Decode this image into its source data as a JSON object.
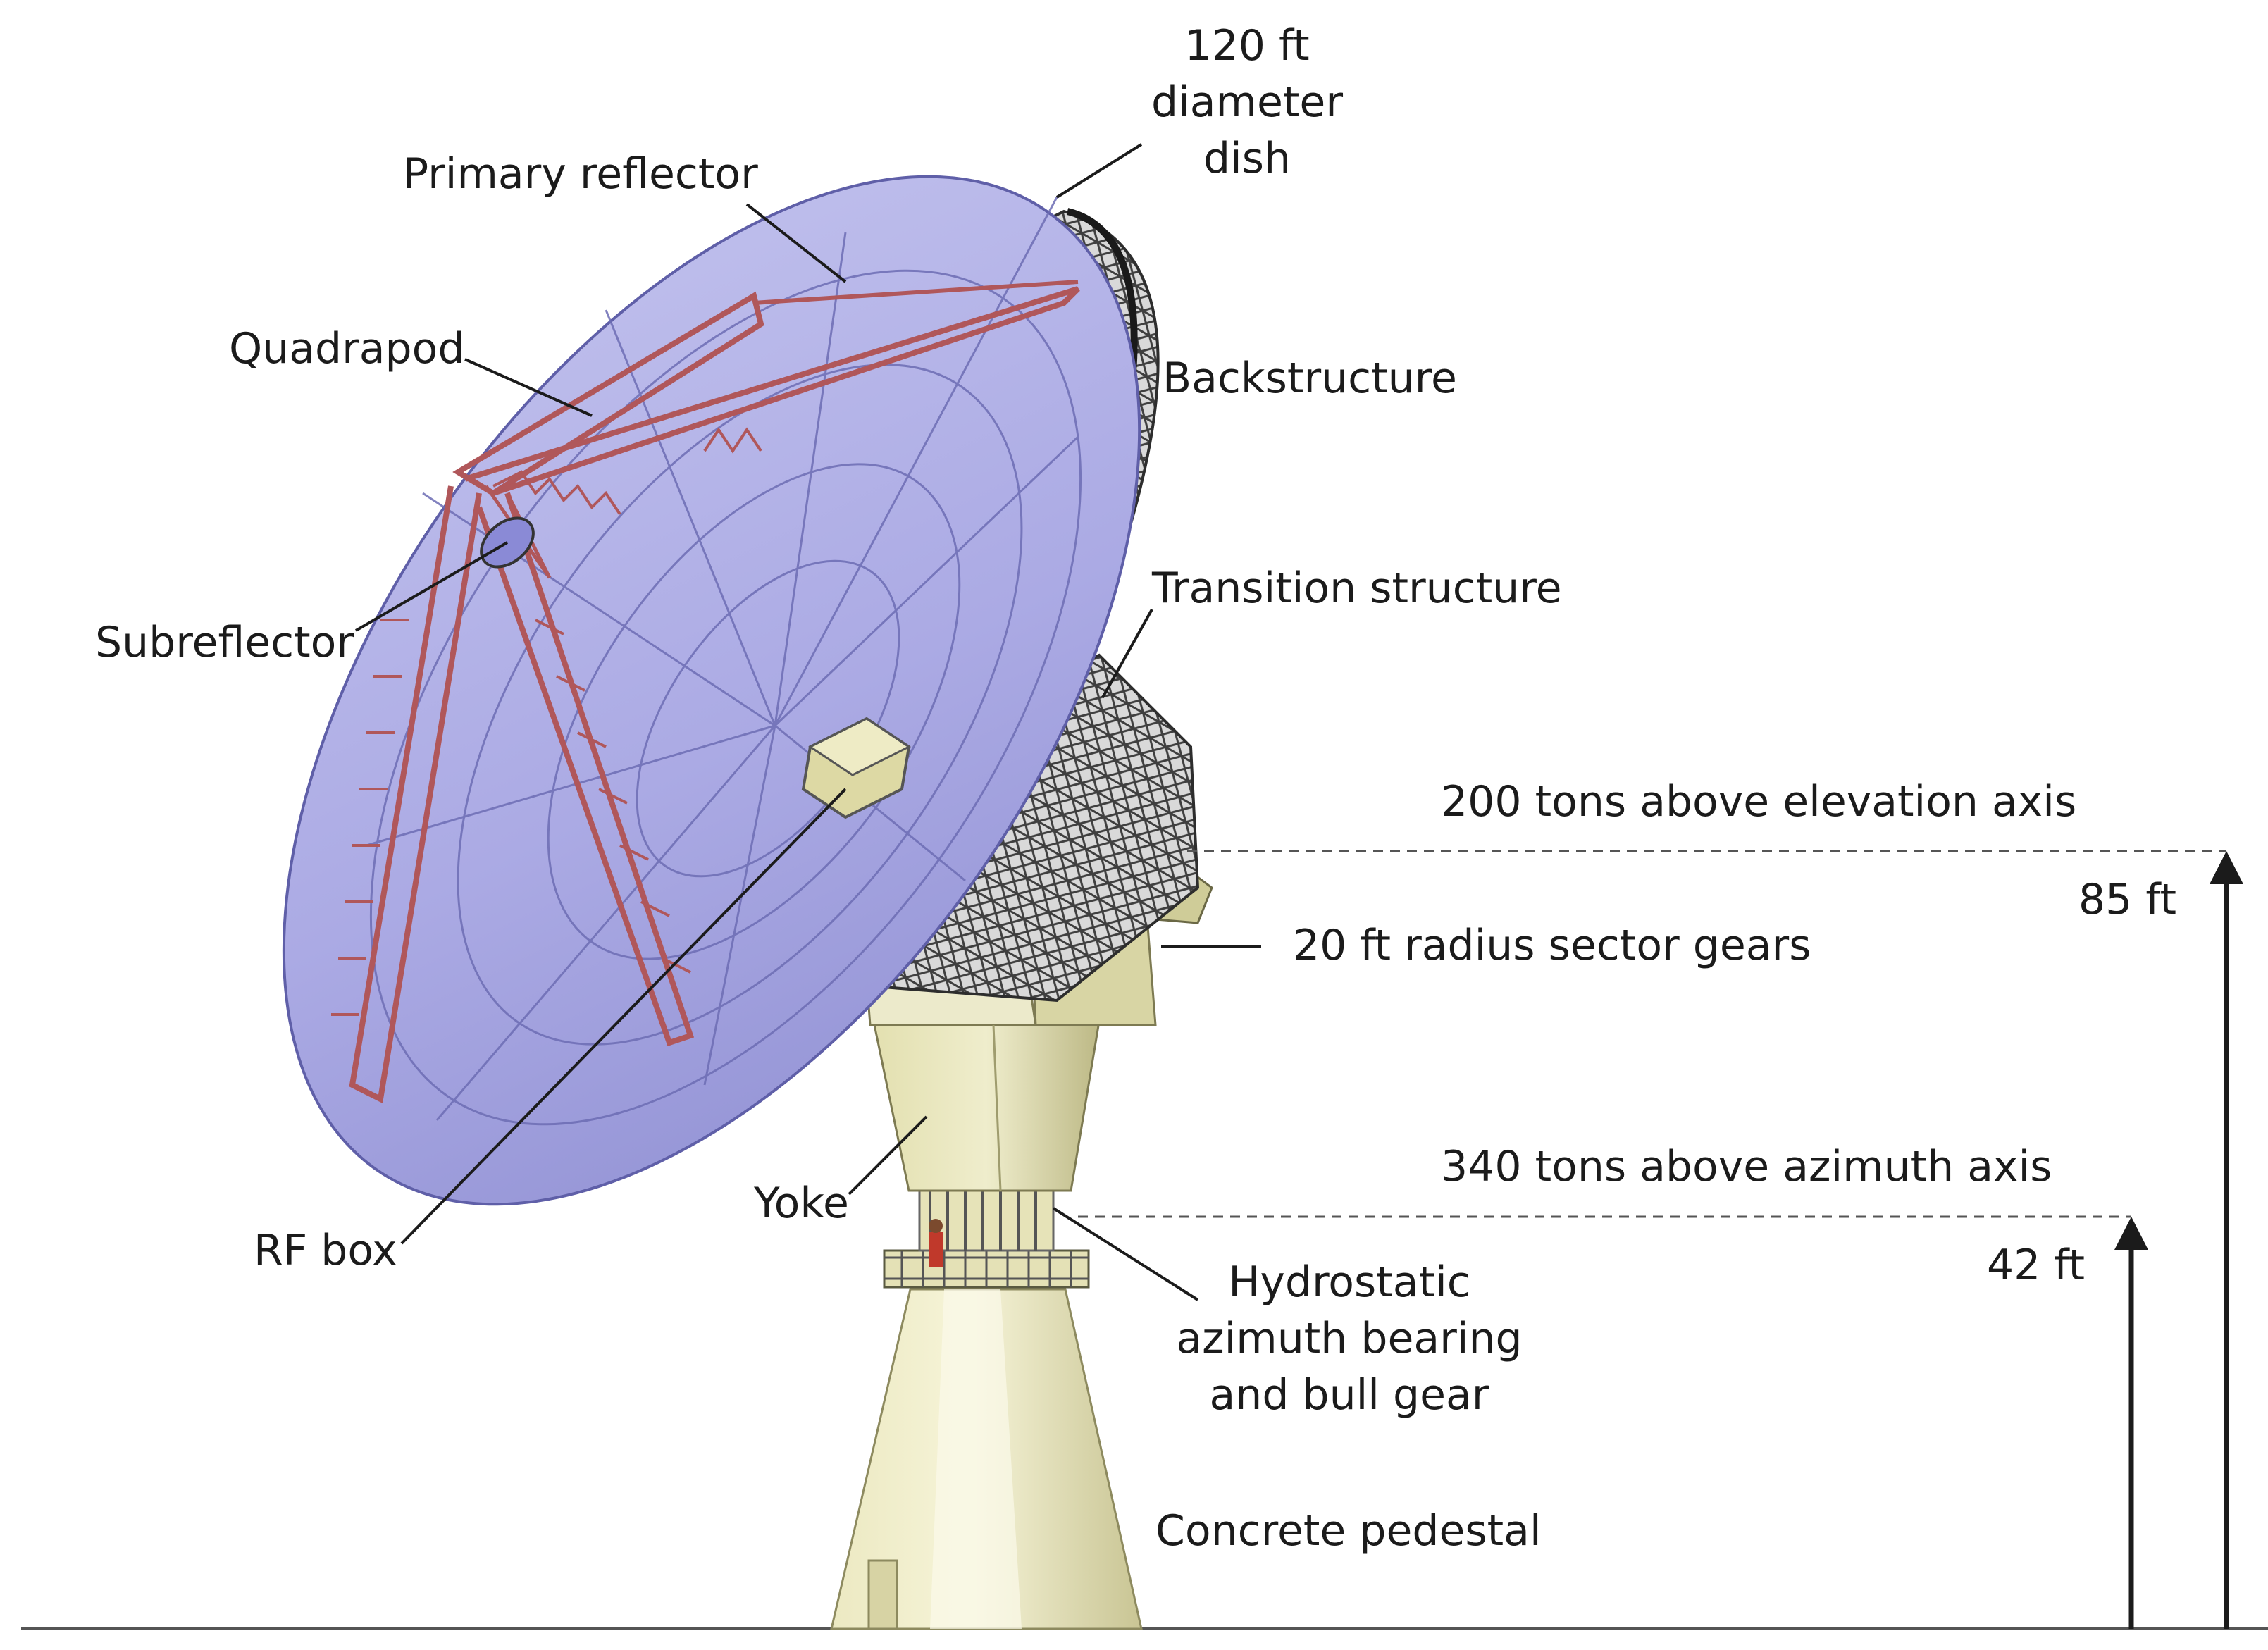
{
  "labels": {
    "dish_diameter": [
      "120 ft",
      "diameter",
      "dish"
    ],
    "primary_reflector": "Primary reflector",
    "quadrapod": "Quadrapod",
    "backstructure": "Backstructure",
    "subreflector": "Subreflector",
    "transition_structure": "Transition structure",
    "elevation_load": "200 tons above elevation axis",
    "elevation_height": "85 ft",
    "sector_gears": "20 ft radius sector gears",
    "azimuth_load": "340 tons above azimuth axis",
    "yoke": "Yoke",
    "azimuth_height": "42 ft",
    "rf_box": "RF box",
    "azimuth_bearing": [
      "Hydrostatic",
      "azimuth bearing",
      "and bull gear"
    ],
    "pedestal": "Concrete pedestal"
  },
  "colors": {
    "reflector": "#a9a9e6",
    "reflector_rim": "#6e6eb8",
    "truss": "#b0575a",
    "backstructure": "#4a4a4a",
    "concrete": "#e6e3b4",
    "text": "#1b1b1b"
  }
}
